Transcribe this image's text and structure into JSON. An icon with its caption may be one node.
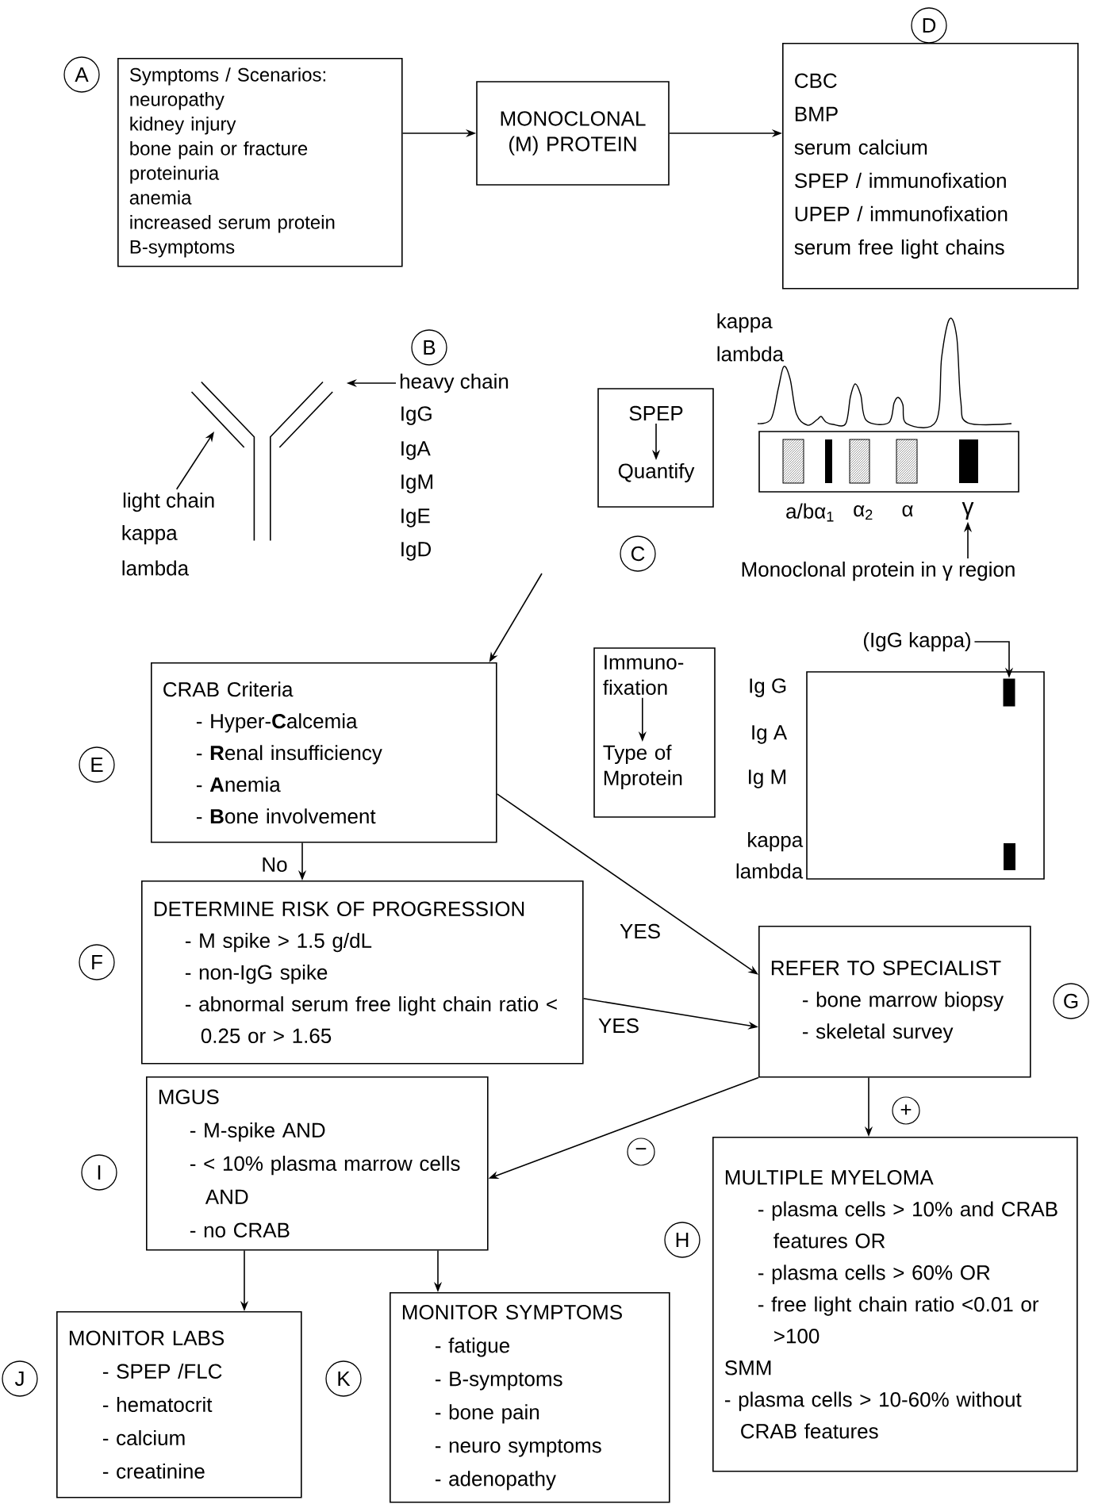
{
  "diagram": {
    "nodes": [
      {
        "text": [
          "A"
        ]
      },
      {
        "text": [
          "Symptoms / Scenarios:",
          "neuropathy",
          "kidney injury",
          "bone pain or fracture",
          "proteinuria",
          "anemia",
          "increased serum protein",
          "B-symptoms"
        ]
      },
      {
        "text": [
          "MONOCLONAL (M) PROTEIN"
        ]
      },
      {
        "text": [
          "D"
        ]
      },
      {
        "text": [
          "CBC",
          "BMP",
          "serum calcium",
          "SPEP / immunofixation",
          "UPEP / immunofixation",
          "serum free light chains"
        ]
      },
      {
        "text": [
          "B"
        ]
      },
      {
        "text": [
          "heavy chain"
        ]
      },
      {
        "text": [],
        "shape": "picture"
      },
      {
        "text": [
          "light chain"
        ]
      },
      {
        "text": [],
        "shape": "box"
      },
      {
        "text": [
          "SPEP"
        ],
        "in": 9
      },
      {
        "text": [
          "Quantify"
        ],
        "in": 9
      },
      {
        "text": [
          "C"
        ]
      },
      {
        "text": [
          "γ"
        ]
      },
      {
        "text": [
          "Monoclonal protein in γ region"
        ]
      },
      {
        "text": [],
        "shape": "box"
      },
      {
        "text": [
          "Immuno-fixation"
        ],
        "in": 15
      },
      {
        "text": [
          "Type of Mprotein"
        ],
        "in": 15
      },
      {
        "text": [
          "(IgG kappa)"
        ]
      },
      {
        "text": [],
        "shape": "bar"
      },
      {
        "text": [
          "CRAB Criteria",
          "- Hyper-**C**alcemia",
          "- **R**enal insufficiency",
          "- **A**nemia",
          "- **B**one involvement"
        ]
      },
      {
        "text": [
          "E"
        ]
      },
      {
        "text": [
          "DETERMINE RISK OF PROGRESSION",
          "- M spike > 1.5 g/dL",
          "- non-IgG spike",
          "- abnormal serum free light chain ratio < 0.25 or > 1.65"
        ]
      },
      {
        "text": [
          "F"
        ]
      },
      {
        "text": [
          "REFER TO SPECIALIST",
          "- bone marrow biopsy",
          "- skeletal survey"
        ]
      },
      {
        "text": [
          "G"
        ]
      },
      {
        "text": [
          "MGUS",
          "- M-spike AND",
          "- < 10% plasma marrow cells AND",
          "- no CRAB"
        ]
      },
      {
        "text": [
          "I"
        ]
      },
      {
        "text": [
          "MULTIPLE MYELOMA",
          "- plasma cells > 10% and CRAB features OR",
          "- plasma cells > 60% OR",
          "- free light chain ratio <0.01 or >100",
          "SMM",
          "- plasma cells > 10-60% without CRAB features"
        ]
      },
      {
        "text": [
          "H"
        ]
      },
      {
        "text": [
          "MONITOR LABS",
          "- SPEP /FLC",
          "- hematocrit",
          "- calcium",
          "- creatinine"
        ]
      },
      {
        "text": [
          "J"
        ]
      },
      {
        "text": [
          "MONITOR SYMPTOMS",
          "- fatigue",
          "- B-symptoms",
          "- bone pain",
          "- neuro symptoms",
          "- adenopathy"
        ]
      },
      {
        "text": [
          "K"
        ]
      }
    ],
    "edges": [
      {
        "from": 1,
        "to": 2,
        "arrow": "to"
      },
      {
        "from": 2,
        "to": 4,
        "arrow": "to"
      },
      {
        "from": 6,
        "to": 7,
        "arrow": "to"
      },
      {
        "from": 8,
        "to": 7,
        "arrow": "to"
      },
      {
        "from": 10,
        "to": 11,
        "arrow": "to"
      },
      {
        "from": 14,
        "to": 13,
        "arrow": "to"
      },
      {
        "from": 16,
        "to": 17,
        "arrow": "to"
      },
      {
        "from": 18,
        "to": 19,
        "arrow": "to"
      },
      {
        "from": null,
        "to": 20,
        "arrow": "to"
      },
      {
        "from": 20,
        "to": 22,
        "arrow": "to",
        "label": "No"
      },
      {
        "from": 20,
        "to": 24,
        "arrow": "to",
        "label": "YES"
      },
      {
        "from": 22,
        "to": 24,
        "arrow": "to",
        "label": "YES"
      },
      {
        "from": 24,
        "to": 28,
        "arrow": "to",
        "label": "+"
      },
      {
        "from": 24,
        "to": 26,
        "arrow": "to",
        "label": "−"
      },
      {
        "from": 26,
        "to": 30,
        "arrow": "to"
      },
      {
        "from": 26,
        "to": 32,
        "arrow": "to"
      }
    ],
    "labels": [
      "IgG",
      "IgA",
      "IgM",
      "IgE",
      "IgD",
      "kappa",
      "lambda",
      "kappa",
      "lambda",
      "a/bα$_{1}$",
      "α$_{2}$",
      "α",
      "Ig G",
      "Ig A",
      "Ig M",
      "kappa",
      "lambda"
    ]
  }
}
